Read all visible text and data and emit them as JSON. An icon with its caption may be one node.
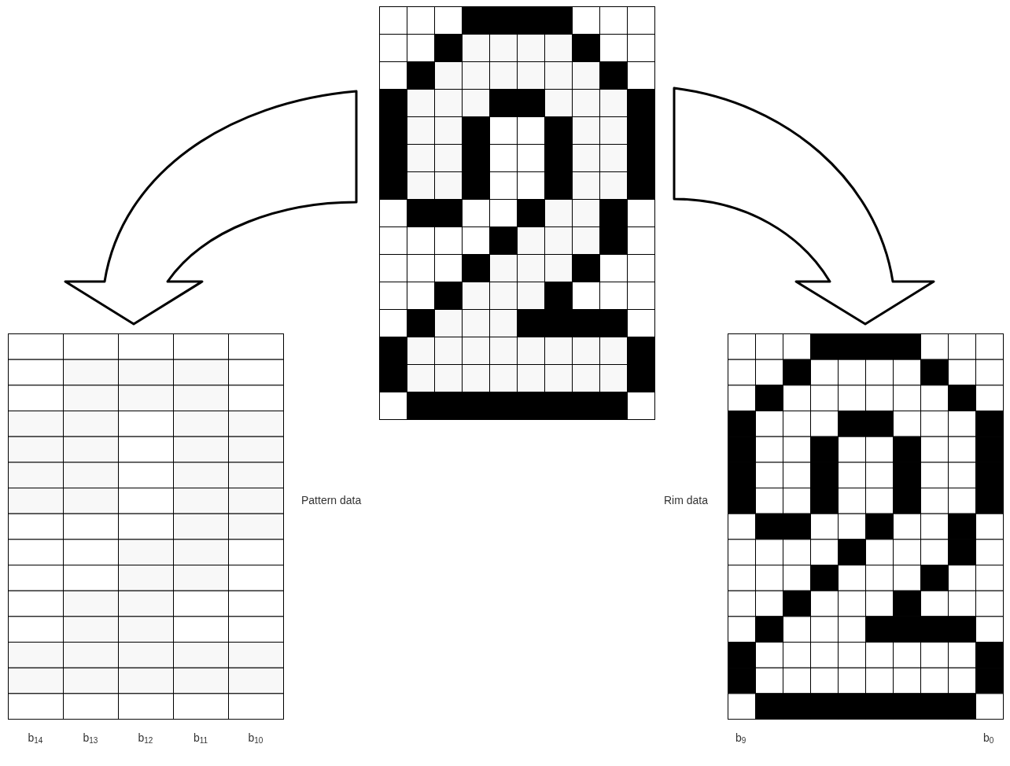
{
  "diagram": {
    "nodes": [
      {
        "text": [],
        "shape": "grid"
      },
      {
        "text": [],
        "shape": "grid",
        "beside": [
          "Pattern data"
        ]
      },
      {
        "text": [],
        "shape": "grid",
        "beside": [
          "Rim data"
        ]
      }
    ],
    "edges": [
      {
        "from": 0,
        "to": 1,
        "arrow": "to"
      },
      {
        "from": 0,
        "to": 2,
        "arrow": "to"
      }
    ],
    "labels": [
      "b$_{14}$",
      "b$_{13}$",
      "b$_{12}$",
      "b$_{11}$",
      "b$_{10}$",
      "b$_{9}$",
      "b$_{0}$"
    ]
  }
}
